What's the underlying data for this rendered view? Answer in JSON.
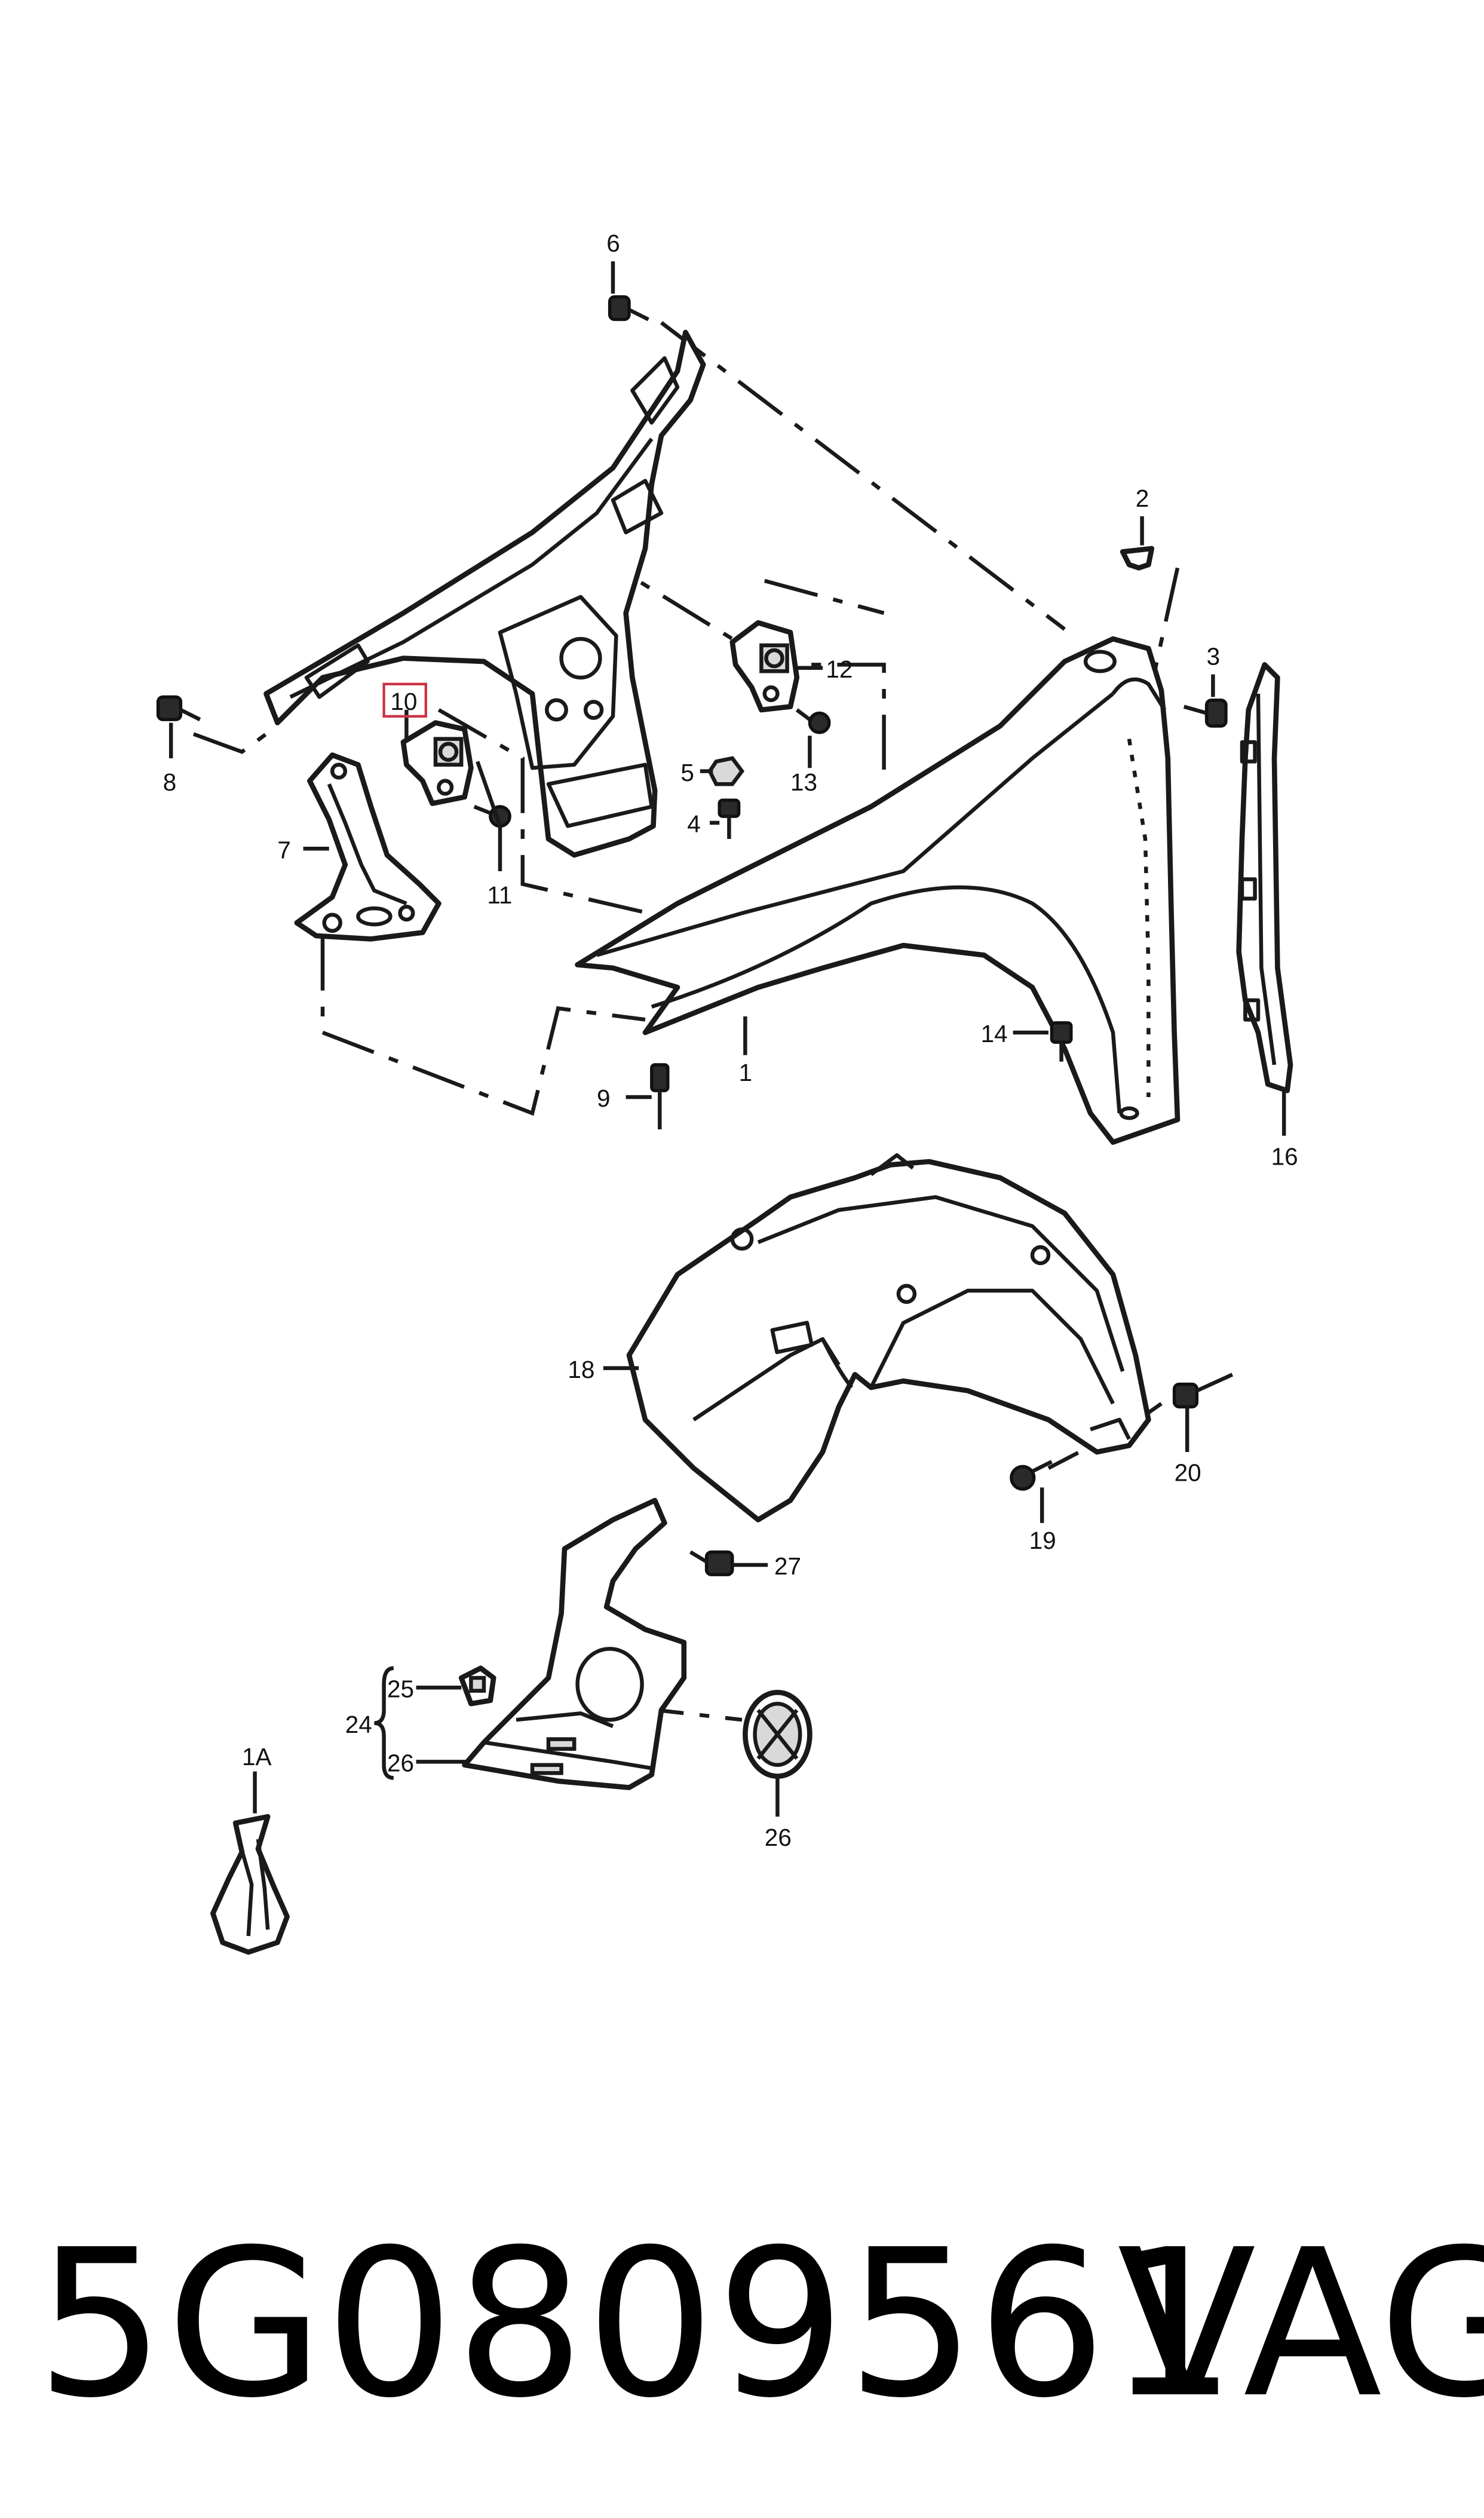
{
  "callouts": {
    "c1": "1",
    "c1A": "1A",
    "c2": "2",
    "c3": "3",
    "c4": "4",
    "c5": "5",
    "c6": "6",
    "c7": "7",
    "c8": "8",
    "c9": "9",
    "c10": "10",
    "c11": "11",
    "c12": "12",
    "c13": "13",
    "c14": "14",
    "c16": "16",
    "c18": "18",
    "c19": "19",
    "c20": "20",
    "c24": "24",
    "c25": "25",
    "c26a": "26",
    "c26b": "26",
    "c27": "27"
  },
  "highlight_color": "#cc3344",
  "footer": {
    "part_number": "5G0809561",
    "brand": "VAG"
  }
}
